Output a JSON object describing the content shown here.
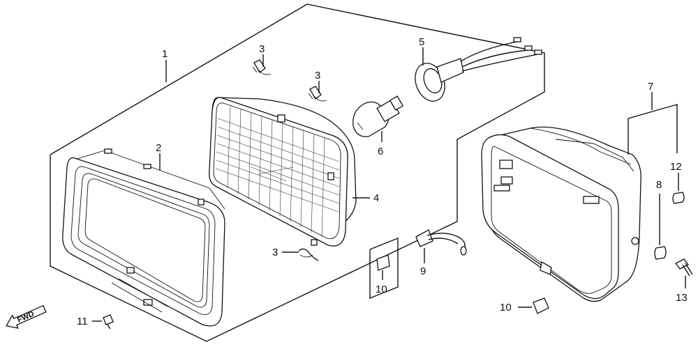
{
  "labels": {
    "p1": "1",
    "p2": "2",
    "p3a": "3",
    "p3b": "3",
    "p3c": "3",
    "p4": "4",
    "p5": "5",
    "p6": "6",
    "p7": "7",
    "p8": "8",
    "p9": "9",
    "p10a": "10",
    "p10b": "10",
    "p11": "11",
    "p12": "12",
    "p13": "13",
    "fwd": "FWD"
  }
}
